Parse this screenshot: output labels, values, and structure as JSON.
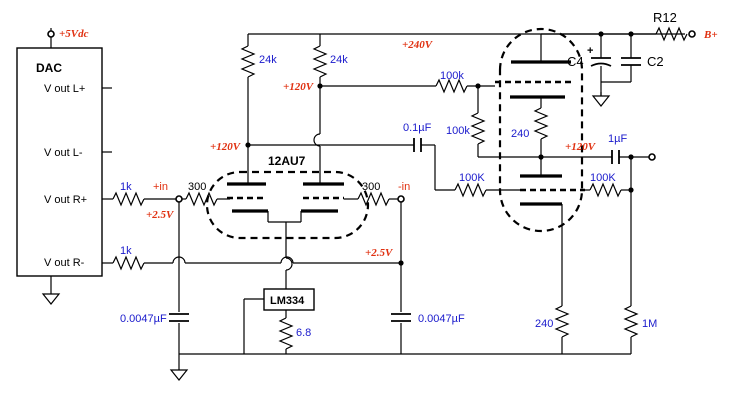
{
  "colors": {
    "wire": "#000000",
    "value_text": "#1a1acc",
    "voltage_text": "#e03010"
  },
  "dac": {
    "title": "DAC",
    "out_lplus": "V out L+",
    "out_lminus": "V out L-",
    "out_rplus": "V out R+",
    "out_rminus": "V out R-"
  },
  "supply": {
    "vdc": "+5Vdc",
    "bplus": "B+",
    "r12": "R12",
    "c4": "C4",
    "c2": "C2"
  },
  "tubes": {
    "t1": "12AU7"
  },
  "parts": {
    "r_in1": "1k",
    "r_in2": "1k",
    "r_grid1": "300",
    "r_grid2": "300",
    "r_plate1": "24k",
    "r_plate2": "24k",
    "r_div1": "100k",
    "r_div2": "100k",
    "r_240a": "240",
    "r_100K_a": "100K",
    "r_100K_b": "100K",
    "c_couple": "0.1µF",
    "c_out": "1µF",
    "c_g1": "0.0047µF",
    "c_g2": "0.0047µF",
    "lm334": "LM334",
    "r_68": "6.8",
    "r_240b": "240",
    "r_1m": "1M"
  },
  "nodes": {
    "plus_in": "+in",
    "minus_in": "-in"
  },
  "voltages": {
    "v_2_5a": "+2.5V",
    "v_2_5b": "+2.5V",
    "v_120a": "+120V",
    "v_120b": "+120V",
    "v_120c": "+120V",
    "v_240": "+240V"
  }
}
